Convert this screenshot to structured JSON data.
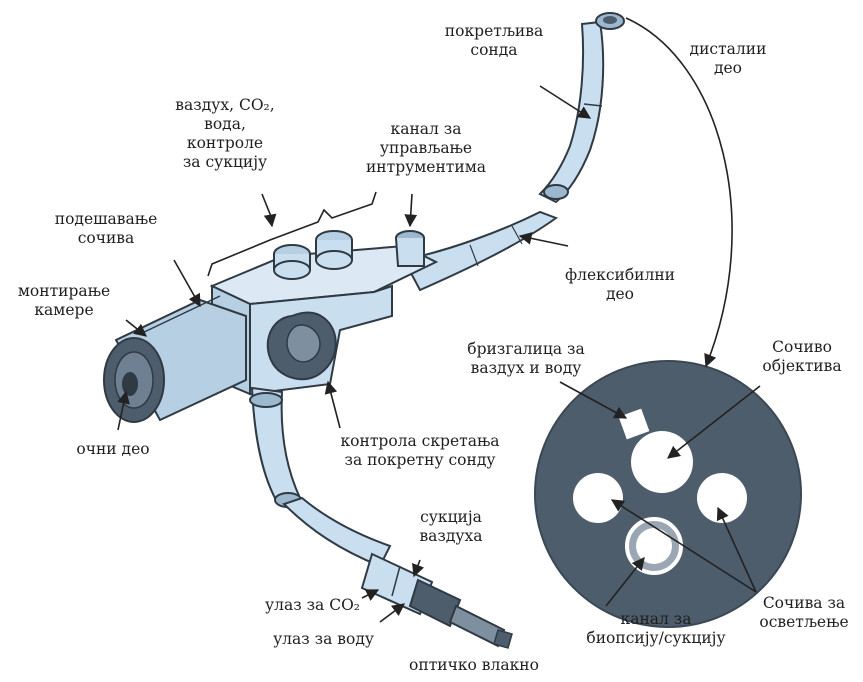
{
  "labels": {
    "movable_probe": [
      "покретљива",
      "сонда"
    ],
    "distal_part": [
      "дисталии",
      "део"
    ],
    "air_controls": [
      "ваздух, CO₂,",
      "вода,",
      "контроле",
      "за сукцију"
    ],
    "instrument_channel": [
      "канал за",
      "управљање",
      "интрументима"
    ],
    "lens_adjust": [
      "подешавање",
      "сочива"
    ],
    "camera_mount": [
      "монтирање",
      "камере"
    ],
    "flexible_part": [
      "флексибилни",
      "део"
    ],
    "nozzle": [
      "бризгалица за",
      "ваздух и воду"
    ],
    "objective_lens": [
      "Сочиво",
      "објектива"
    ],
    "eyepiece": [
      "очни део"
    ],
    "deflection_control": [
      "контрола скретања",
      "за покретну сонду"
    ],
    "air_suction": [
      "сукција",
      "ваздуха"
    ],
    "co2_inlet": [
      "улаз за CO₂"
    ],
    "water_inlet": [
      "улаз за воду"
    ],
    "optical_fiber": [
      "оптичко влакно"
    ],
    "biopsy_channel": [
      "канал за",
      "биопсију/сукцију"
    ],
    "illumination_lenses": [
      "Сочива за",
      "осветљење"
    ]
  },
  "colors": {
    "device_fill": "#c9dff0",
    "device_dark": "#9bb8cf",
    "outline": "#2f3a44",
    "tip_disk": "#4e5d6c",
    "text": "#1f1f1f"
  }
}
